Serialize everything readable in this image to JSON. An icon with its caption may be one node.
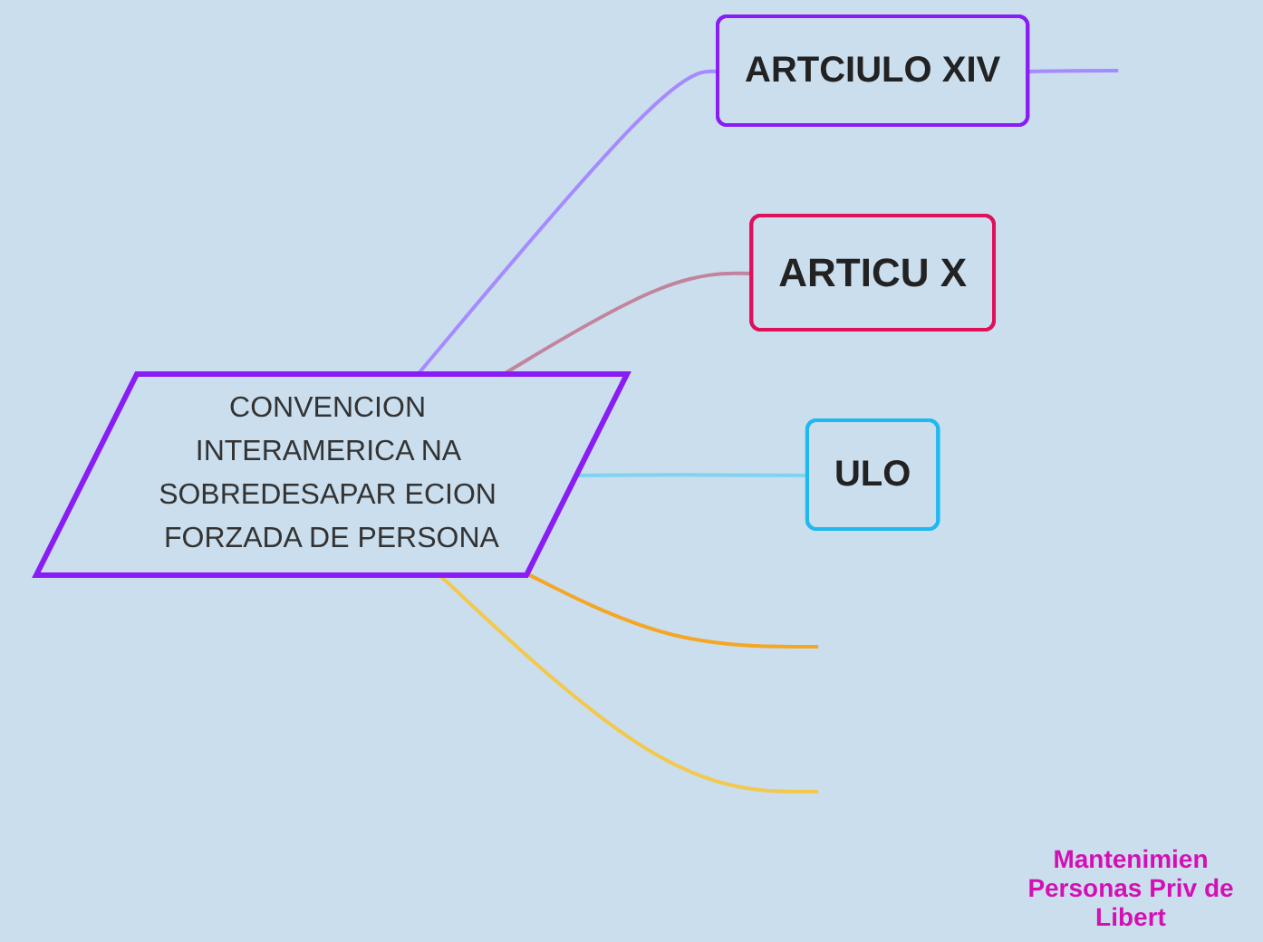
{
  "diagram": {
    "nodes": [
      {
        "text": [
          "CONVENCION INTERAMERICA NA SOBREDESAPAR ECION FORZADA DE PERSONA"
        ]
      },
      {
        "text": [
          "ARTCIULO XIV"
        ]
      },
      {
        "text": [
          "ARTICU X"
        ]
      },
      {
        "text": [
          "ULO"
        ]
      }
    ],
    "edges": [
      {
        "from": 0,
        "to": 1,
        "arrow": "none",
        "color": "#a58bff"
      },
      {
        "from": 0,
        "to": 2,
        "arrow": "none",
        "color": "#c2849c"
      },
      {
        "from": 0,
        "to": 3,
        "arrow": "none",
        "color": "#7fd3f0"
      },
      {
        "from": 0,
        "to": null,
        "arrow": "none",
        "color": "#f5a623"
      },
      {
        "from": 0,
        "to": null,
        "arrow": "none",
        "color": "#f2c94c"
      },
      {
        "from": 1,
        "to": null,
        "arrow": "none",
        "color": "#a58bff"
      }
    ],
    "labels": [
      "Mantenimien Personas Priv de Libert"
    ]
  }
}
